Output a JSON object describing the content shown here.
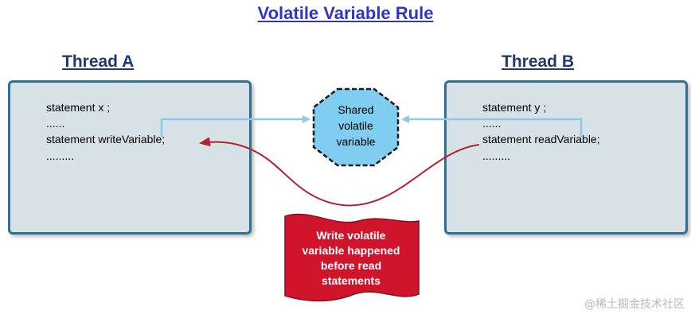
{
  "title": "Volatile Variable Rule",
  "thread_a": {
    "label": "Thread A",
    "statements": [
      "statement x ;",
      "......",
      "statement writeVariable;",
      "........."
    ]
  },
  "thread_b": {
    "label": "Thread B",
    "statements": [
      "statement y ;",
      "......",
      "statement readVariable;",
      "........."
    ]
  },
  "shared": {
    "lines": [
      "Shared",
      "volatile",
      "variable"
    ]
  },
  "banner": {
    "lines": [
      "Write volatile",
      "variable happened",
      "before read",
      "statements"
    ]
  },
  "watermark": "@稀土掘金技术社区",
  "colors": {
    "title": "#3333cc",
    "thread_label": "#1f3a6e",
    "box_fill": "#d6e2e5",
    "box_border": "#2f6f96",
    "shared_fill": "#7fcdf0",
    "access_arrow": "#8ecae6",
    "happens_before_arrow": "#b22234",
    "banner_fill": "#d0142c"
  }
}
